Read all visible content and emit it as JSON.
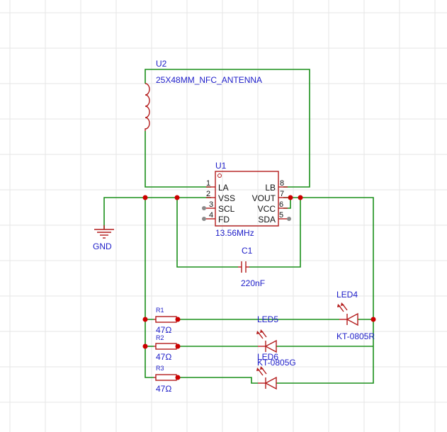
{
  "antenna": {
    "designator": "U2",
    "value": "25X48MM_NFC_ANTENNA"
  },
  "ic": {
    "designator": "U1",
    "value": "13.56MHz",
    "pins_left": [
      {
        "num": "1",
        "name": "LA"
      },
      {
        "num": "2",
        "name": "VSS"
      },
      {
        "num": "3",
        "name": "SCL"
      },
      {
        "num": "4",
        "name": "FD"
      }
    ],
    "pins_right": [
      {
        "num": "8",
        "name": "LB"
      },
      {
        "num": "7",
        "name": "VOUT"
      },
      {
        "num": "6",
        "name": "VCC"
      },
      {
        "num": "5",
        "name": "SDA"
      }
    ]
  },
  "capacitor": {
    "designator": "C1",
    "value": "220nF"
  },
  "ground": {
    "label": "GND"
  },
  "resistors": [
    {
      "designator": "R1",
      "value": "47Ω"
    },
    {
      "designator": "R2",
      "value": "47Ω"
    },
    {
      "designator": "R3",
      "value": "47Ω"
    }
  ],
  "leds": [
    {
      "designator": "LED4",
      "value": "KT-0805R"
    },
    {
      "designator": "LED5",
      "value": ""
    },
    {
      "designator": "LED6",
      "value": "KT-0805G"
    }
  ],
  "colors": {
    "wire": "#1a8f1a",
    "component": "#b31b1b",
    "label": "#1c1cc8",
    "junction": "#cc0000",
    "grid": "#e6e6e6"
  }
}
